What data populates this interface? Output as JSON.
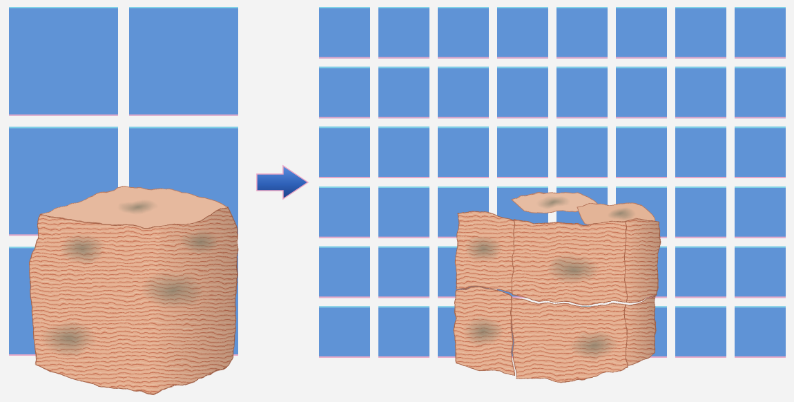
{
  "illustration": {
    "left_panel": {
      "rows": 3,
      "cols": 2,
      "tile_color": "#5f93d6"
    },
    "right_panel": {
      "rows": 6,
      "cols": 8,
      "tile_color": "#5f93d6"
    },
    "arrow": {
      "color": "#2f61b8",
      "icon": "arrow-right-icon"
    },
    "whole_block": {
      "icon": "stone-block-icon",
      "pieces": 1
    },
    "split_block": {
      "icon": "split-stone-block-icon",
      "pieces": 8
    },
    "colors": {
      "background": "#f3f3f3",
      "tile_border_top": "#7fd1e6",
      "tile_border_bottom": "#e7a9c8",
      "stone_light": "#e8b89b",
      "stone_mid": "#d18a6b",
      "stone_dark": "#8f6a5a"
    }
  }
}
